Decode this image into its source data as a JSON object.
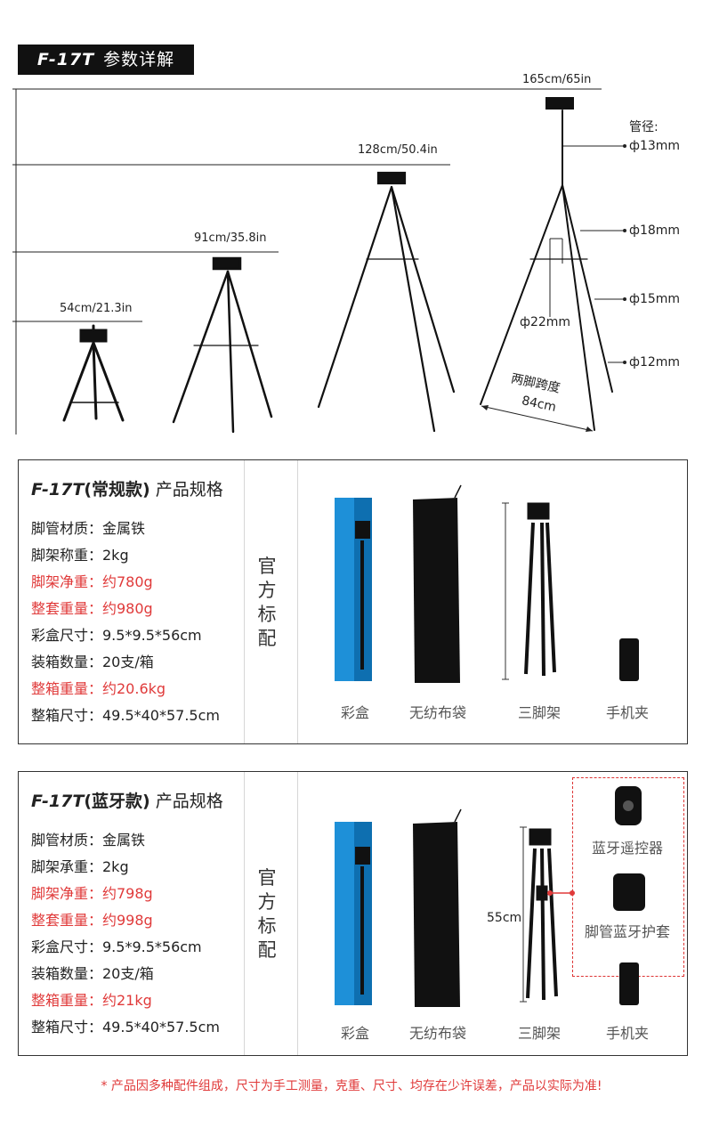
{
  "header": {
    "model": "F-17T",
    "title": "参数详解"
  },
  "dimensions": {
    "heights": [
      "165cm/65in",
      "128cm/50.4in",
      "91cm/35.8in",
      "54cm/21.3in"
    ],
    "tube_label": "管径:",
    "tubes": [
      "ф13mm",
      "ф18mm",
      "ф15mm",
      "ф12mm"
    ],
    "center_tube": "ф22mm",
    "leg_span_label": "两脚跨度",
    "leg_span_value": "84cm"
  },
  "regular": {
    "model": "F-17T",
    "variant": "(常规款)",
    "suffix": " 产品规格",
    "specs": [
      {
        "text": "脚管材质：金属铁",
        "highlight": false
      },
      {
        "text": "脚架称重：2kg",
        "highlight": false
      },
      {
        "text": "脚架净重：约780g",
        "highlight": true
      },
      {
        "text": "整套重量：约980g",
        "highlight": true
      },
      {
        "text": "彩盒尺寸：9.5*9.5*56cm",
        "highlight": false
      },
      {
        "text": "装箱数量：20支/箱",
        "highlight": false
      },
      {
        "text": "整箱重量：约20.6kg",
        "highlight": true
      },
      {
        "text": "整箱尺寸：49.5*40*57.5cm",
        "highlight": false
      }
    ],
    "official": [
      "官",
      "方",
      "标",
      "配"
    ],
    "items": [
      "彩盒",
      "无纺布袋",
      "三脚架",
      "手机夹"
    ]
  },
  "bluetooth": {
    "model": "F-17T",
    "variant": "(蓝牙款)",
    "suffix": " 产品规格",
    "specs": [
      {
        "text": "脚管材质：金属铁",
        "highlight": false
      },
      {
        "text": "脚架承重：2kg",
        "highlight": false
      },
      {
        "text": "脚架净重：约798g",
        "highlight": true
      },
      {
        "text": "整套重量：约998g",
        "highlight": true
      },
      {
        "text": "彩盒尺寸：9.5*9.5*56cm",
        "highlight": false
      },
      {
        "text": "装箱数量：20支/箱",
        "highlight": false
      },
      {
        "text": "整箱重量：约21kg",
        "highlight": true
      },
      {
        "text": "整箱尺寸：49.5*40*57.5cm",
        "highlight": false
      }
    ],
    "official": [
      "官",
      "方",
      "标",
      "配"
    ],
    "items": [
      "彩盒",
      "无纺布袋",
      "三脚架",
      "手机夹"
    ],
    "folded_height": "55cm",
    "extras": [
      "蓝牙遥控器",
      "脚管蓝牙护套"
    ]
  },
  "footnote": "* 产品因多种配件组成，尺寸为手工测量，克重、尺寸、均存在少许误差，产品以实际为准!",
  "colors": {
    "accent_red": "#e03a3a",
    "box_blue": "#1e90d8",
    "header_bg": "#111111"
  }
}
